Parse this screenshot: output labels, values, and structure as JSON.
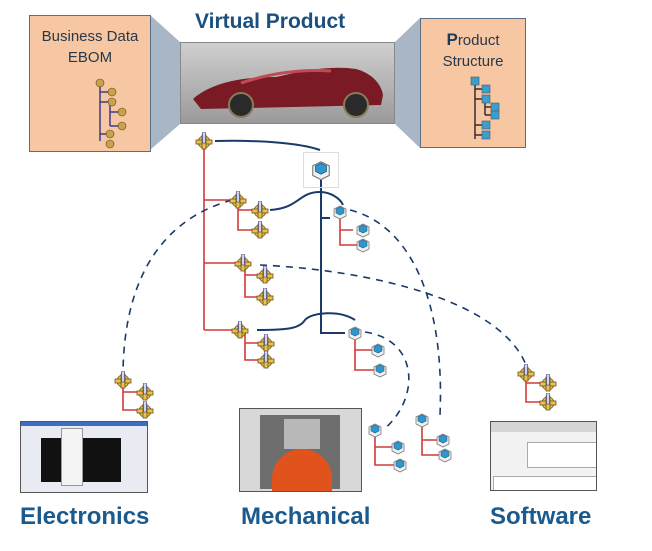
{
  "title": "Virtual Product",
  "left_panel": {
    "title_line1": "Business Data",
    "title_line2": "EBOM",
    "icon": "gear-tree-icon"
  },
  "right_panel": {
    "title_first_letter": "P",
    "title_line1_rest": "roduct",
    "title_line2": "Structure",
    "icon": "cube-tree-icon"
  },
  "center_image": {
    "description": "red sports car render",
    "icon": "car-image"
  },
  "domains": [
    {
      "label": "Electronics",
      "image": "electronics-cad-screenshot"
    },
    {
      "label": "Mechanical",
      "image": "mechanical-cad-screenshot"
    },
    {
      "label": "Software",
      "image": "software-ide-screenshot"
    }
  ],
  "colors": {
    "panel_fill": "#f7c6a2",
    "title_blue": "#1b4f7e",
    "tree_red": "#d23a3a",
    "link_navy": "#1a3a6a",
    "side_wall": "#a9b6c6"
  }
}
